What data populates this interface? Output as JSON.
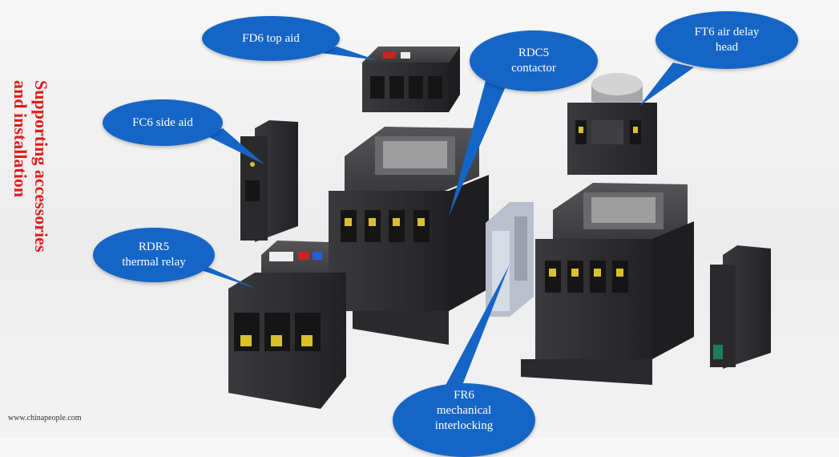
{
  "title": {
    "line1": "Supporting accessories",
    "line2": "and installation"
  },
  "callouts": {
    "fd6": {
      "line1": "FD6 top aid"
    },
    "fc6": {
      "line1": "FC6 side aid"
    },
    "rdc5": {
      "line1": "RDC5",
      "line2": "contactor"
    },
    "ft6": {
      "line1": "FT6 air delay",
      "line2": "head"
    },
    "rdr5": {
      "line1": "RDR5",
      "line2": "thermal relay"
    },
    "fr6": {
      "line1": "FR6",
      "line2": "mechanical",
      "line3": "interlocking"
    }
  },
  "watermark": "www.chinapeople.com",
  "colors": {
    "callout_fill": "#1565c6",
    "title_red": "#e31b1b",
    "device_dark": "#2c2c2e",
    "terminal_yellow": "#d8c12b"
  }
}
